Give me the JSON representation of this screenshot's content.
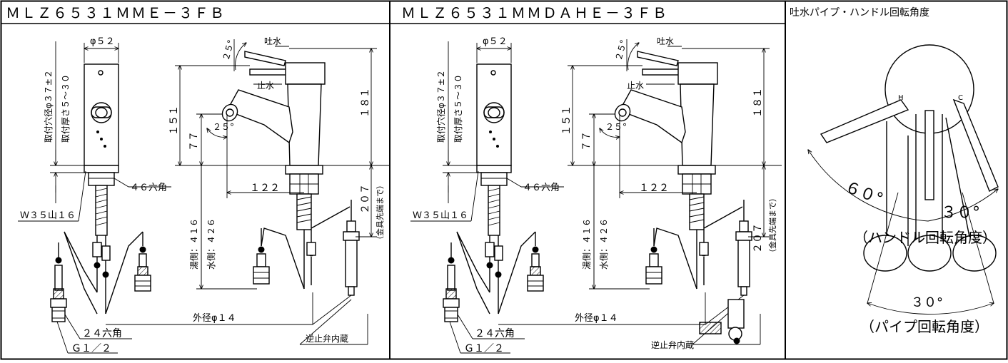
{
  "panels": [
    {
      "model": "ＭＬＺ６５３１ＭＭＥ－３ＦＢ",
      "labels": {
        "diameter": "φ５２",
        "mount_hole": "取付穴径φ３７±２",
        "mount_thickness": "取付厚さ５～３０",
        "spout": "吐水",
        "stop": "止水",
        "angle_top": "２５°",
        "angle_mid": "２５°",
        "h151": "１５１",
        "h77": "７７",
        "h181": "１８１",
        "hex46": "４６六角",
        "w35": "Ｗ３５山１６",
        "d122": "１２２",
        "d207": "２０７",
        "tip_note": "（金具先端まで）",
        "hot": "湯側：４１６",
        "cold": "水側：４２６",
        "outer": "外径φ１４",
        "hex24": "２４六角",
        "g12": "Ｇ１／２",
        "check_valve": "逆止弁内蔵"
      }
    },
    {
      "model": "ＭＬＺ６５３１ＭＭＤＡＨＥ－３ＦＢ",
      "labels": {
        "diameter": "φ５２",
        "mount_hole": "取付穴径φ３７±２",
        "mount_thickness": "取付厚さ５～３０",
        "spout": "吐水",
        "stop": "止水",
        "angle_top": "２５°",
        "angle_mid": "２５°",
        "h151": "１５１",
        "h77": "７７",
        "h181": "１８１",
        "hex46": "４６六角",
        "w35": "Ｗ３５山１６",
        "d122": "１２２",
        "d207": "２０７",
        "tip_note": "（金具先端まで）",
        "hot": "湯側：４１６",
        "cold": "水側：４２６",
        "outer": "外径φ１４",
        "hex24": "２４六角",
        "g12": "Ｇ１／２",
        "check_valve": "逆止弁内蔵"
      }
    }
  ],
  "rotation": {
    "title": "吐水パイプ・ハンドル回転角度",
    "h": "H",
    "c": "C",
    "angle60": "６０°",
    "angle30a": "３０°",
    "handle_caption": "（ハンドル回転角度）",
    "angle30b": "３０°",
    "pipe_caption": "（パイプ回転角度）"
  }
}
